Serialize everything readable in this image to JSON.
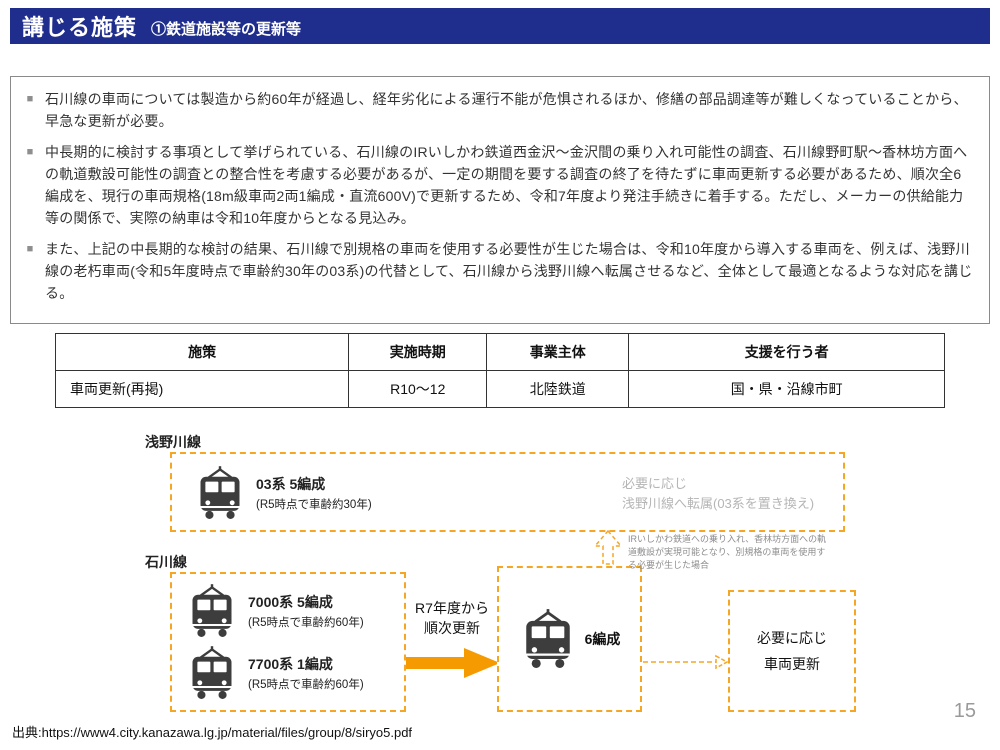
{
  "header": {
    "title": "講じる施策",
    "subtitle": "①鉄道施設等の更新等"
  },
  "icons": {
    "bullet_marker": "■"
  },
  "summary": {
    "bullets": [
      "石川線の車両については製造から約60年が経過し、経年劣化による運行不能が危惧されるほか、修繕の部品調達等が難しくなっていることから、早急な更新が必要。",
      "中長期的に検討する事項として挙げられている、石川線のIRいしかわ鉄道西金沢〜金沢間の乗り入れ可能性の調査、石川線野町駅〜香林坊方面への軌道敷設可能性の調査との整合性を考慮する必要があるが、一定の期間を要する調査の終了を待たずに車両更新する必要があるため、順次全6編成を、現行の車両規格(18m級車両2両1編成・直流600V)で更新するため、令和7年度より発注手続きに着手する。ただし、メーカーの供給能力等の関係で、実際の納車は令和10年度からとなる見込み。",
      "また、上記の中長期的な検討の結果、石川線で別規格の車両を使用する必要性が生じた場合は、令和10年度から導入する車両を、例えば、浅野川線の老朽車両(令和5年度時点で車齢約30年の03系)の代替として、石川線から浅野川線へ転属させるなど、全体として最適となるような対応を講じる。"
    ]
  },
  "table": {
    "headers": [
      "施策",
      "実施時期",
      "事業主体",
      "支援を行う者"
    ],
    "rows": [
      [
        "車両更新(再掲)",
        "R10〜12",
        "北陸鉄道",
        "国・県・沿線市町"
      ]
    ]
  },
  "diagram": {
    "asanogawa": {
      "label": "浅野川線",
      "train": {
        "name": "03系 5編成",
        "note": "(R5時点で車齢約30年)"
      },
      "transfer_note": "必要に応じ\n浅野川線へ転属(03系を置き換え)"
    },
    "ishikawa": {
      "label": "石川線",
      "trains": [
        {
          "name": "7000系 5編成",
          "note": "(R5時点で車齢約60年)"
        },
        {
          "name": "7700系 1編成",
          "note": "(R5時点で車齢約60年)"
        }
      ]
    },
    "update_arrow_label": "R7年度から\n順次更新",
    "new_fleet_label": "6編成",
    "condition_note": "IRいしかわ鉄道への乗り入れ、香林坊方面への軌道敷設が実現可能となり、別規格の車両を使用する必要が生じた場合",
    "future_update_label": "必要に応じ\n車両更新"
  },
  "footer": {
    "source": "出典:https://www4.city.kanazawa.lg.jp/material/files/group/8/siryo5.pdf",
    "page_number": "15"
  },
  "colors": {
    "header_bg": "#1f2d8c",
    "accent_orange": "#f5a623",
    "arrow_orange": "#f59a00",
    "gray_note": "#b5b5b5"
  }
}
